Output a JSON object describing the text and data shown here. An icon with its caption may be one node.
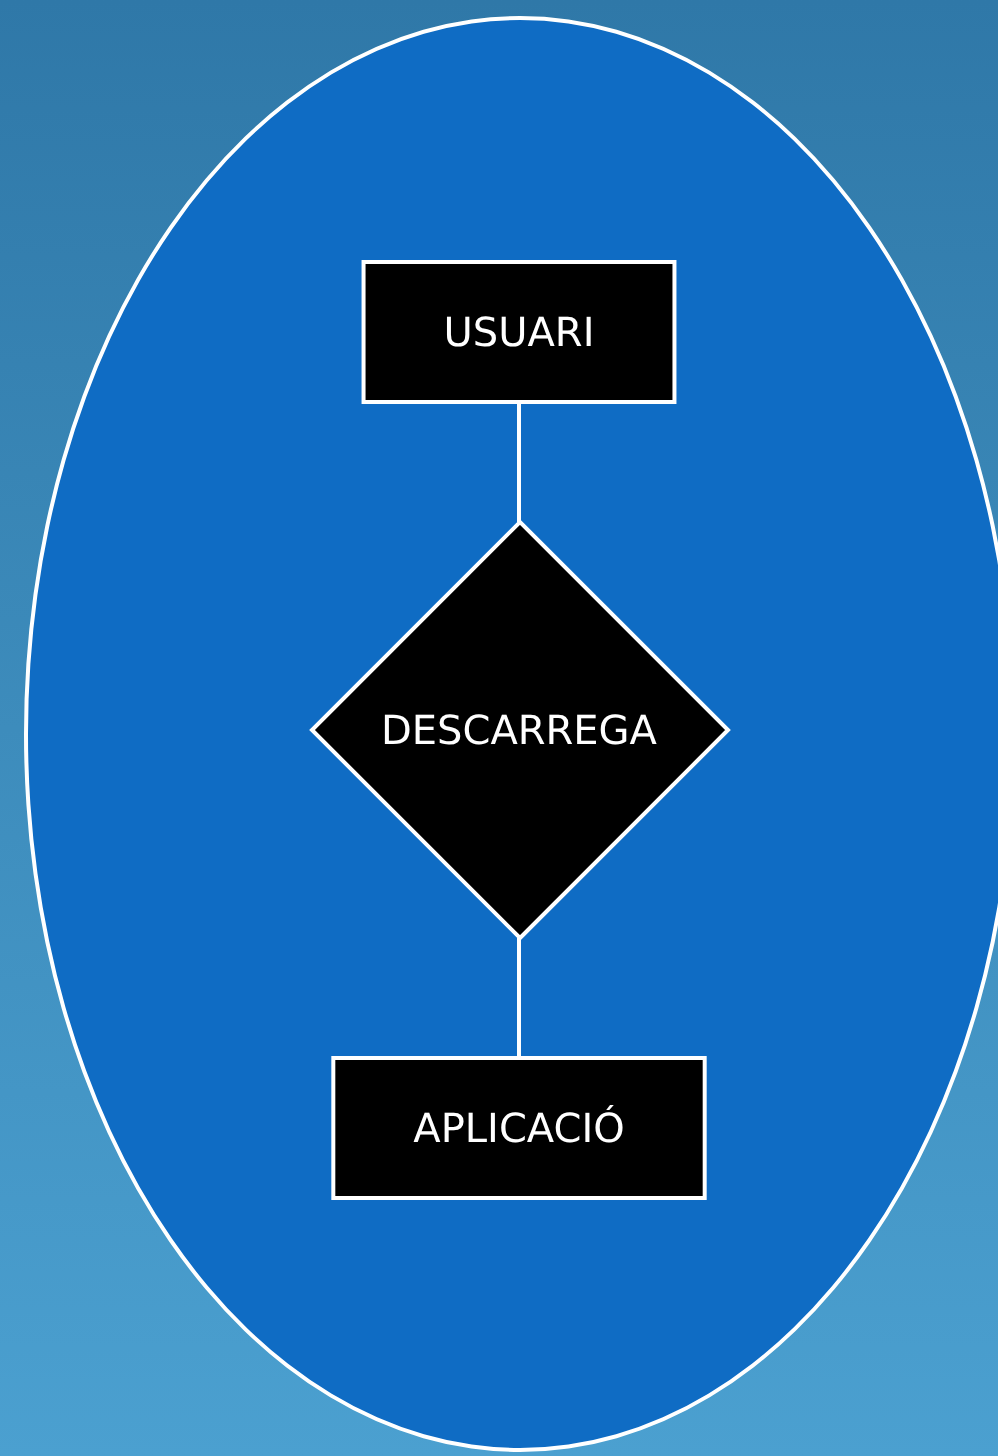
{
  "diagram": {
    "nodes": [
      {
        "text": [
          "USUARI"
        ]
      },
      {
        "text": [
          "DESCARREGA"
        ]
      },
      {
        "text": [
          "APLICACIÓ"
        ]
      }
    ],
    "edges": [
      {
        "from": 0,
        "to": 1,
        "arrow": "none"
      },
      {
        "from": 1,
        "to": 2,
        "arrow": "none"
      }
    ]
  }
}
